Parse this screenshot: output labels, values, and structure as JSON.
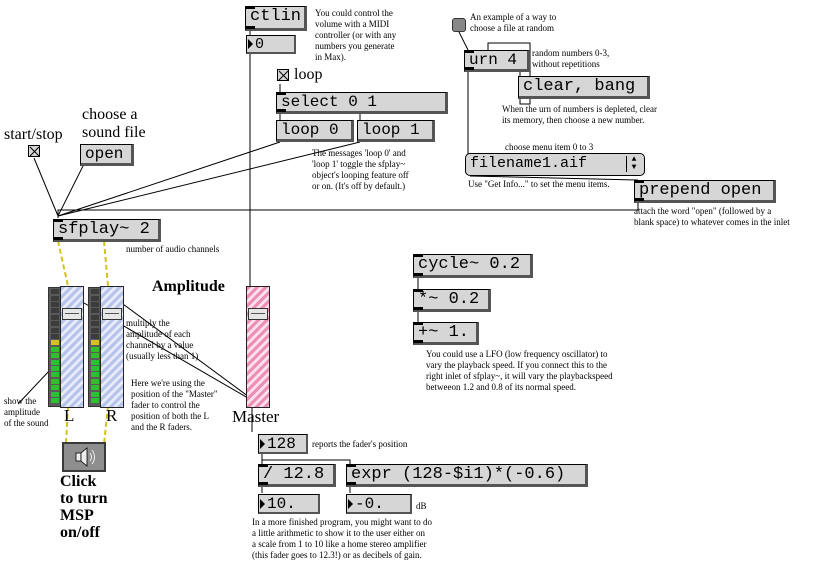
{
  "objects": {
    "ctlin": "ctlin",
    "ctl_num": "0",
    "loop_label": "loop",
    "select": "select 0 1",
    "loop0": "loop 0",
    "loop1": "loop 1",
    "start_stop": "start/stop",
    "choose_sound": [
      "choose a",
      "sound file"
    ],
    "open": "open",
    "sfplay": "sfplay~ 2",
    "urn": "urn 4",
    "clear_bang": "clear, bang",
    "filename_menu": "filename1.aif",
    "prepend": "prepend open",
    "cycle": "cycle~ 0.2",
    "mult": "*~ 0.2",
    "plus": "+~ 1.",
    "amplitude": "Amplitude",
    "left_label": "L",
    "right_label": "R",
    "master_label": "Master",
    "fader_num": "128",
    "divide": "/ 12.8",
    "expr": "expr (128-$i1)*(-0.6)",
    "out10": "10.",
    "out_db": "-0.",
    "db_unit": "dB",
    "click_label": [
      "Click",
      "to turn",
      "MSP",
      "on/off"
    ]
  },
  "comments": {
    "ctlin": [
      "You could control the",
      "volume with a MIDI",
      "controller (or with any",
      "numbers you generate",
      "in Max)."
    ],
    "loop": [
      "The messages 'loop 0' and",
      "'loop 1' toggle the sfplay~",
      "object's looping feature off",
      "or on. (It's off by default.)"
    ],
    "random_file": [
      "An example of a way to",
      "choose a file at random"
    ],
    "urn": [
      "random numbers 0-3,",
      "without repetitions"
    ],
    "urn_depleted": [
      "When the urn of numbers is depleted, clear",
      "its memory, then choose a new number."
    ],
    "menu_item": "choose menu item 0 to 3",
    "get_info": "Use \"Get Info...\" to set the menu items.",
    "prepend": [
      "attach the word \"open\" (followed by a",
      "blank space) to whatever comes in the inlet"
    ],
    "channels": "number of audio channels",
    "multiply": [
      "multiply the",
      "amplitude of each",
      "channel by a value",
      "(usually less than 1)"
    ],
    "master": [
      "Here we're using the",
      "position of the \"Master\"",
      "fader to control the",
      "position of  both the L",
      "and the R faders."
    ],
    "show_amp": [
      "show the",
      "amplitude",
      "of the sound"
    ],
    "lfo": [
      "You could use a LFO (low frequency oscillator) to",
      "vary the playback speed. If you connect this to the",
      "right inlet of sfplay~, it will vary the playbackspeed",
      "betweeon 1.2 and 0.8 of its normal speed."
    ],
    "fader_pos": "reports the fader's position",
    "arith": [
      "In a more finished program, you might want to do",
      "a little arithmetic to show it to the user either on",
      "a scale from 1 to 10 like a home stereo amplifier",
      "(this fader goes to 12.3!) or as decibels of gain."
    ]
  },
  "state": {
    "loop_toggle_on": true,
    "start_stop_on": true,
    "meter_level": 0.55,
    "left_fader": 0.9,
    "right_fader": 0.9,
    "master_fader": 0.9
  },
  "icons": {
    "speaker": "speaker-icon",
    "bang": "bang-button"
  },
  "colors": {
    "box_bg": "#d6d6d6",
    "fader_blue": "#b6c3ea",
    "fader_pink": "#ec8fb4",
    "meter_green": "#2ec02e",
    "meter_yellow": "#d4c21c"
  }
}
